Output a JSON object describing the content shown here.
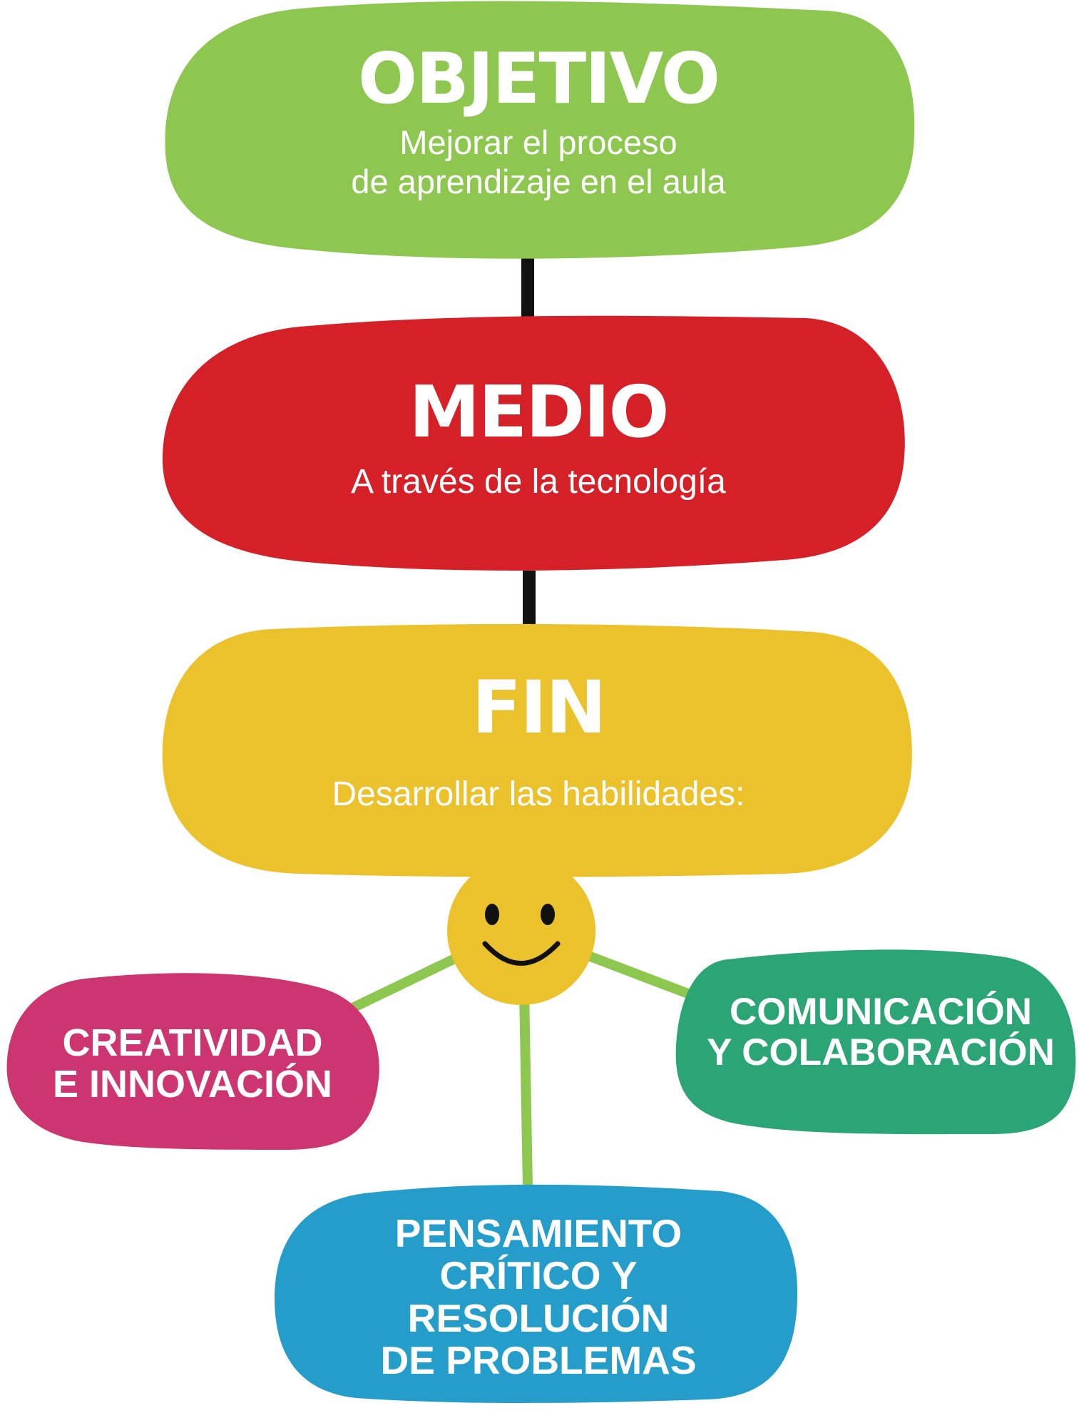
{
  "objetivo": {
    "title": "OBJETIVO",
    "lines": [
      "Mejorar el proceso",
      "de aprendizaje en el aula"
    ],
    "color": "#8dc74f"
  },
  "medio": {
    "title": "MEDIO",
    "lines": [
      "A través de la tecnología"
    ],
    "color": "#d52028"
  },
  "fin": {
    "title": "FIN",
    "lines": [
      "Desarrollar las habilidades:"
    ],
    "color": "#ecc22c"
  },
  "skills": [
    {
      "lines": [
        "CREATIVIDAD",
        "E INNOVACIÓN"
      ],
      "color": "#cd3570"
    },
    {
      "lines": [
        "COMUNICACIÓN",
        "Y COLABORACIÓN"
      ],
      "color": "#2ba576"
    },
    {
      "lines": [
        "PENSAMIENTO",
        "CRÍTICO Y",
        "RESOLUCIÓN",
        "DE PROBLEMAS"
      ],
      "color": "#249dca"
    }
  ],
  "connector_colors": {
    "main": "#111111",
    "branches": "#8dc74f"
  },
  "smiley": {
    "icon": "smiley-face-icon",
    "color": "#ecc22c"
  }
}
